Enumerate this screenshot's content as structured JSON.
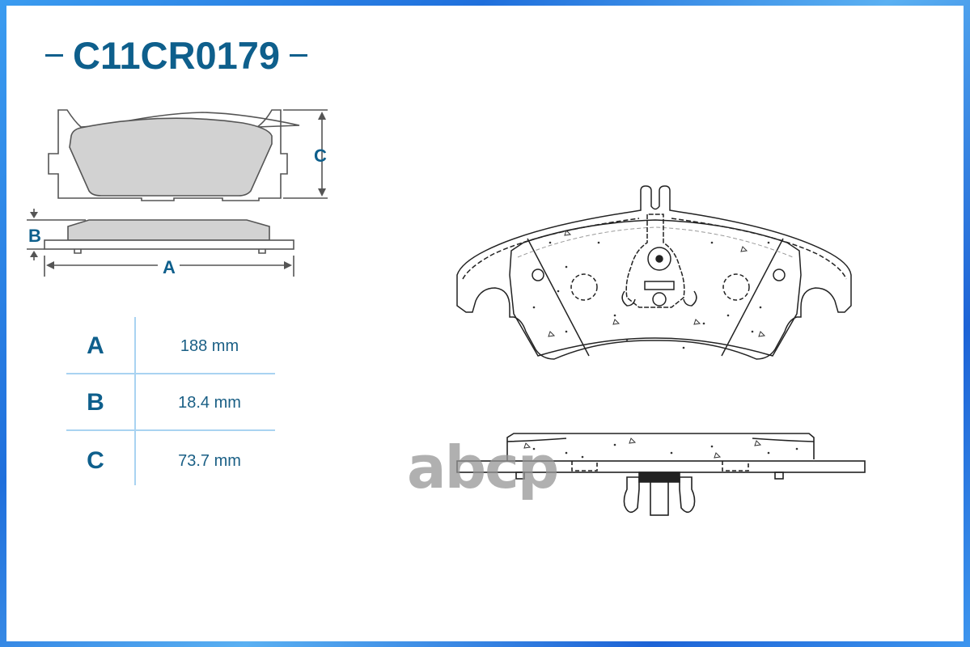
{
  "header": {
    "part_number": "C11CR0179",
    "dash_left": "–",
    "dash_right": "–"
  },
  "dimension_diagram": {
    "labels": {
      "a": "A",
      "b": "B",
      "c": "C"
    }
  },
  "dimensions_table": {
    "rows": [
      {
        "key": "A",
        "value": "188 mm"
      },
      {
        "key": "B",
        "value": "18.4 mm"
      },
      {
        "key": "C",
        "value": "73.7 mm"
      }
    ]
  },
  "watermark": {
    "text": "abcp"
  },
  "colors": {
    "brand_blue": "#0e5f8c",
    "table_lines": "#a9d3f1",
    "pad_fill": "#d0d0d0",
    "frame_blue": "#2f7fe0"
  }
}
